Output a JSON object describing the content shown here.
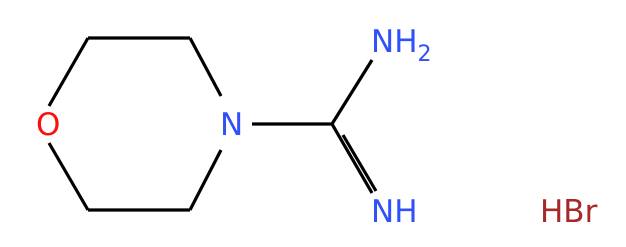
{
  "molecule": {
    "atoms": {
      "oxygen": "O",
      "ring_nitrogen": "N",
      "amine": {
        "symbol": "NH",
        "subscript": "2"
      },
      "imine": "NH"
    },
    "salt": "HBr",
    "colors": {
      "oxygen": "#ff0d0d",
      "nitrogen": "#3050f8",
      "carbon_bonds": "#000000",
      "salt": "#a62929"
    }
  }
}
